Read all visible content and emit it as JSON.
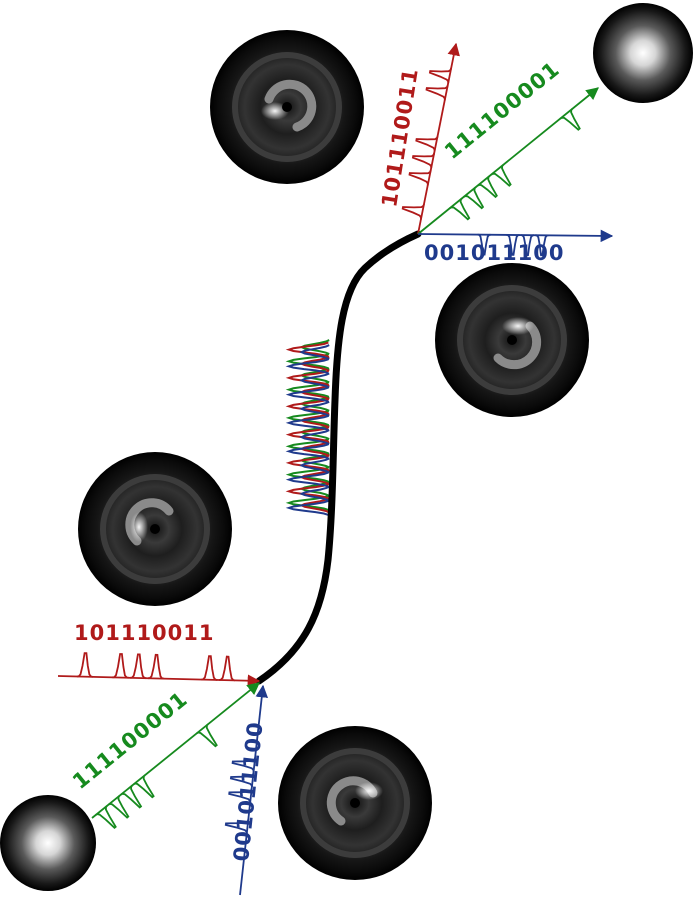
{
  "colors": {
    "red": "#b01a1a",
    "green": "#168a1e",
    "blue": "#1f3a8c",
    "fiber": "#000000",
    "background": "#ffffff"
  },
  "labels": {
    "input_red": "101110011",
    "input_green": "111100001",
    "input_blue": "001011100",
    "output_red": "101110011",
    "output_green": "111100001",
    "output_blue": "001011100"
  },
  "elements": {
    "fiber": "multimode-fiber",
    "input_beam": "input-gaussian-spot",
    "output_beam": "output-gaussian-spot",
    "vortex_modes": [
      "vortex-mode-top",
      "vortex-mode-right",
      "vortex-mode-left",
      "vortex-mode-bottom"
    ]
  }
}
